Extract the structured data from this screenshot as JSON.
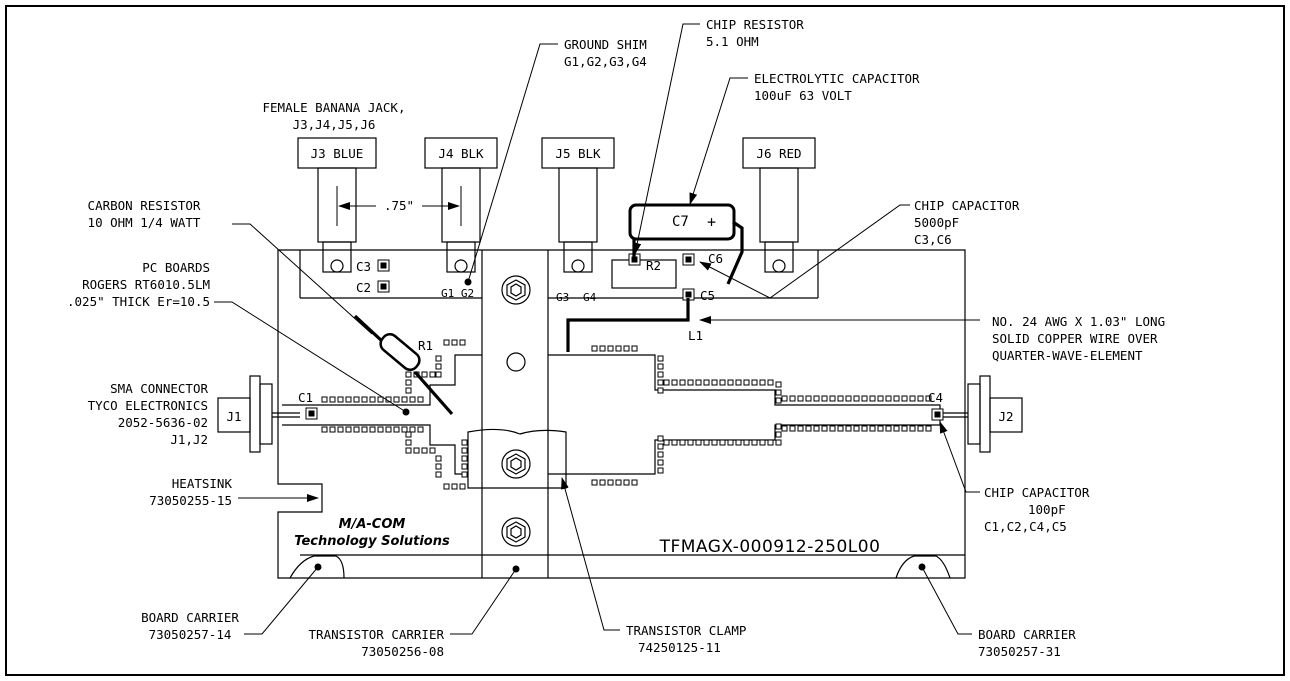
{
  "labels": {
    "ground_shim": [
      "GROUND SHIM",
      "G1,G2,G3,G4"
    ],
    "chip_resistor": [
      "CHIP RESISTOR",
      "5.1 OHM"
    ],
    "electrolytic_cap": [
      "ELECTROLYTIC CAPACITOR",
      "100uF 63 VOLT"
    ],
    "banana_jack": [
      "FEMALE BANANA JACK,",
      "J3,J4,J5,J6"
    ],
    "carbon_resistor": [
      "CARBON RESISTOR",
      "10 OHM 1/4 WATT"
    ],
    "pc_boards": [
      "PC BOARDS",
      "ROGERS RT6010.5LM",
      ".025\" THICK Er=10.5"
    ],
    "chip_cap_top": [
      "CHIP CAPACITOR",
      "5000pF",
      "C3,C6"
    ],
    "wire": [
      "NO. 24 AWG X 1.03\" LONG",
      "SOLID COPPER WIRE OVER",
      "QUARTER-WAVE-ELEMENT"
    ],
    "sma": [
      "SMA CONNECTOR",
      "TYCO ELECTRONICS",
      "2052-5636-02",
      "J1,J2"
    ],
    "heatsink": [
      "HEATSINK",
      "73050255-15"
    ],
    "chip_cap_bottom": [
      "CHIP CAPACITOR",
      "100pF",
      "C1,C2,C4,C5"
    ],
    "board_carrier_left": [
      "BOARD CARRIER",
      "73050257-14"
    ],
    "transistor_carrier": [
      "TRANSISTOR CARRIER",
      "73050256-08"
    ],
    "transistor_clamp": [
      "TRANSISTOR CLAMP",
      "74250125-11"
    ],
    "board_carrier_right": [
      "BOARD CARRIER",
      "73050257-31"
    ]
  },
  "jacks": {
    "j3": "J3 BLUE",
    "j4": "J4 BLK",
    "j5": "J5 BLK",
    "j6": "J6 RED"
  },
  "refdes": {
    "j1": "J1",
    "j2": "J2",
    "c1": "C1",
    "c2": "C2",
    "c3": "C3",
    "c4": "C4",
    "c5": "C5",
    "c6": "C6",
    "c7": "C7",
    "c7_pol": "+",
    "r1": "R1",
    "r2": "R2",
    "l1": "L1",
    "g1g2": "G1 G2",
    "g3": "G3",
    "g4": "G4"
  },
  "dimension": ".75\"",
  "company": [
    "M/A-COM",
    "Technology Solutions"
  ],
  "part_number": "TFMAGX-000912-250L00"
}
